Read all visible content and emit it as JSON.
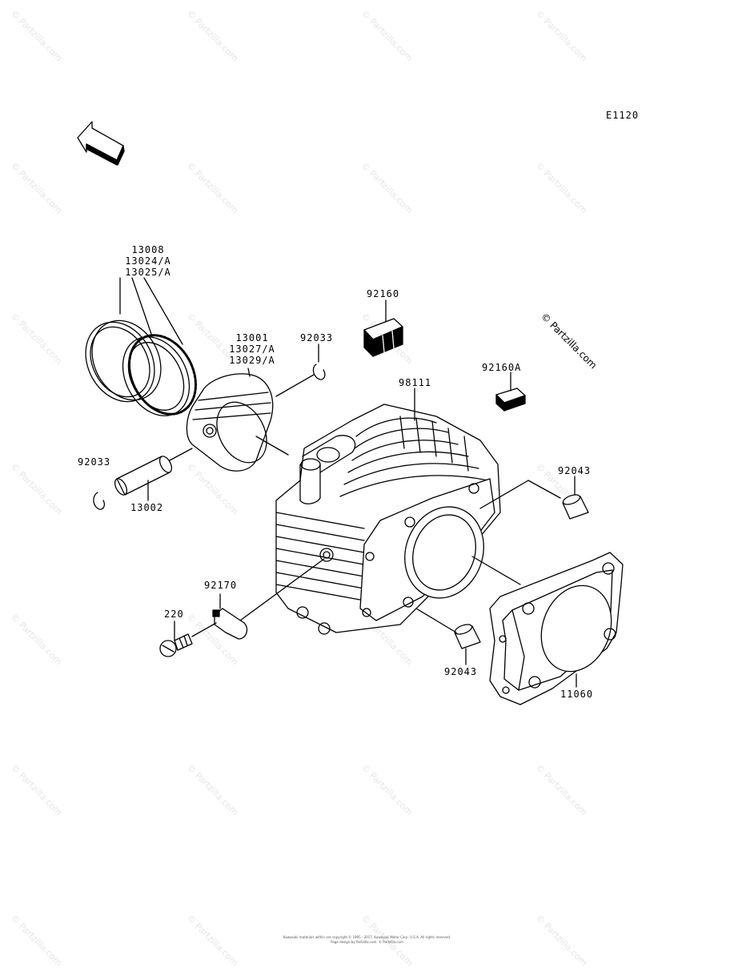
{
  "diagram_code": "E1120",
  "front_label": "FRONT",
  "watermark": "© Partzilla.com",
  "footer": {
    "line1": "Kawasaki materials within are copyright © 1995 - 2017, Kawasaki Motor Corp. U.S.A. All rights reserved.",
    "line2": "Page design by Partzilla.com. © Partzilla.com"
  },
  "parts": {
    "rings": [
      "13008",
      "13024/A",
      "13025/A"
    ],
    "piston": [
      "13001",
      "13027/A",
      "13029/A"
    ],
    "clip_right": "92033",
    "clip_left": "92033",
    "pin": "13002",
    "damper": "92160",
    "damper_a": "92160A",
    "cylinder": "98111",
    "dowel_top": "92043",
    "dowel_bottom": "92043",
    "clamp": "92170",
    "bolt": "220",
    "gasket": "11060"
  }
}
